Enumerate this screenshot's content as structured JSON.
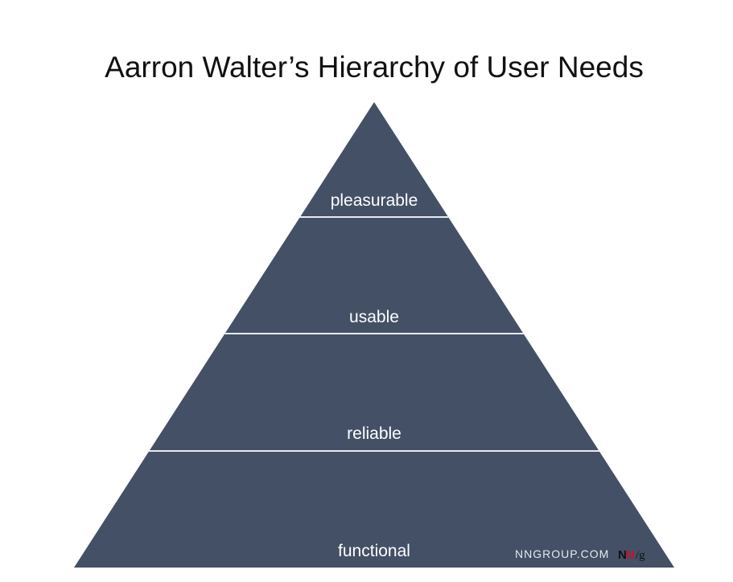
{
  "title": "Aarron Walter’s Hierarchy of User Needs",
  "pyramid": {
    "fill_color": "#435066",
    "divider_color": "#e8ebf0",
    "tiers": [
      {
        "label": "pleasurable"
      },
      {
        "label": "usable"
      },
      {
        "label": "reliable"
      },
      {
        "label": "functional"
      }
    ]
  },
  "branding": {
    "url": "NNGROUP.COM",
    "logo_text": "NN/g",
    "logo_accent_color": "#c8102e"
  }
}
